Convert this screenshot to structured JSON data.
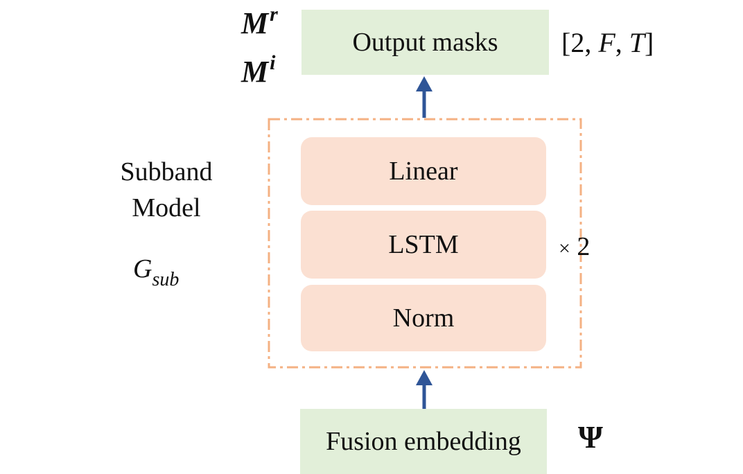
{
  "output_box": {
    "label": "Output masks"
  },
  "fusion_box": {
    "label": "Fusion embedding"
  },
  "subband": {
    "title_line1": "Subband",
    "title_line2": "Model",
    "symbol_base": "G",
    "symbol_sub": "sub",
    "repeat_symbol": "×",
    "repeat_count": "2",
    "layers": {
      "linear": "Linear",
      "lstm": "LSTM",
      "norm": "Norm"
    }
  },
  "masks": {
    "real_base": "M",
    "real_sup": "r",
    "imag_base": "M",
    "imag_sup": "i",
    "shape_open": "[2, ",
    "shape_f": "F",
    "shape_sep": ", ",
    "shape_t": "T",
    "shape_close": "]"
  },
  "embedding_symbol": "Ψ",
  "colors": {
    "output_fill": "#e2efd9",
    "layer_fill": "#fbe0d2",
    "dash_border": "#f4b183",
    "arrow": "#2f5597"
  }
}
